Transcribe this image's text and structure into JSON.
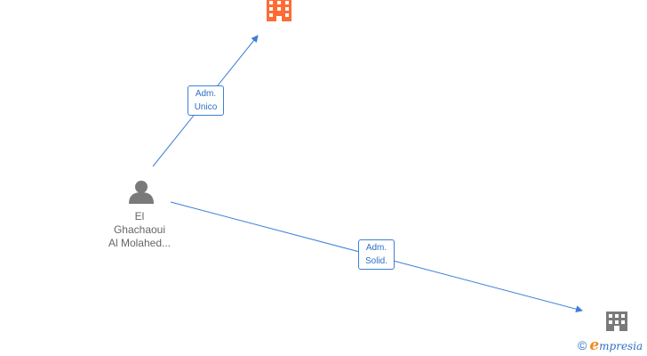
{
  "person": {
    "name_lines": [
      "El",
      "Ghachaoui",
      "Al Molahed..."
    ],
    "icon": "person-icon"
  },
  "companies": [
    {
      "icon": "building-icon",
      "color": "#ff6b35"
    },
    {
      "icon": "building-icon",
      "color": "#7a7a7a"
    }
  ],
  "edges": [
    {
      "label_lines": [
        "Adm.",
        "Unico"
      ]
    },
    {
      "label_lines": [
        "Adm.",
        "Solid."
      ]
    }
  ],
  "colors": {
    "edge": "#3d7fd6",
    "person": "#7a7a7a"
  },
  "watermark": {
    "symbol": "©",
    "brand_initial": "e",
    "brand_rest": "mpresia"
  }
}
